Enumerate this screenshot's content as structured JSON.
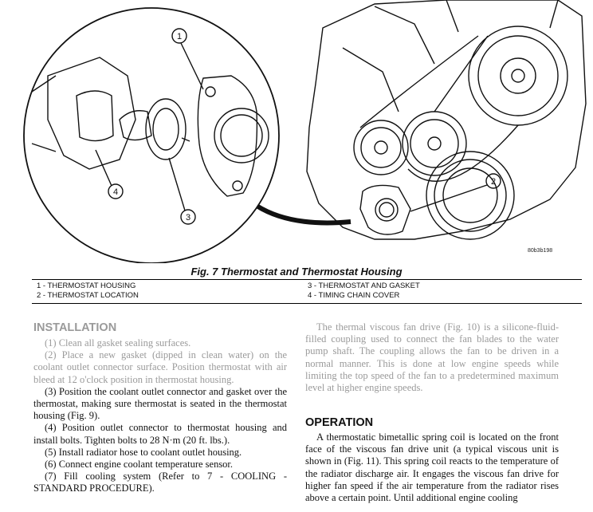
{
  "figure": {
    "callouts": [
      "1",
      "2",
      "3",
      "4"
    ],
    "code": "80b3b198",
    "caption": "Fig. 7 Thermostat and Thermostat Housing"
  },
  "legend": {
    "items": [
      "1 - THERMOSTAT HOUSING",
      "2 - THERMOSTAT LOCATION",
      "3 - THERMOSTAT AND GASKET",
      "4 - TIMING CHAIN COVER"
    ]
  },
  "installation": {
    "heading": "INSTALLATION",
    "steps": [
      "(1) Clean all gasket sealing surfaces.",
      "(2) Place a new gasket (dipped in clean water) on the coolant outlet connector surface. Position thermostat with air bleed at 12 o'clock position in thermostat housing.",
      "(3) Position the coolant outlet connector and gasket over the thermostat, making sure thermostat is seated in the thermostat housing (Fig. 9).",
      "(4) Position outlet connector to thermostat housing and install bolts. Tighten bolts to 28 N·m (20 ft. lbs.).",
      "(5) Install radiator hose to coolant outlet housing.",
      "(6) Connect engine coolant temperature sensor.",
      "(7) Fill cooling system (Refer to 7 - COOLING - STANDARD PROCEDURE)."
    ]
  },
  "right": {
    "fan_paragraph": "The thermal viscous fan drive (Fig. 10) is a silicone-fluid-filled coupling used to connect the fan blades to the water pump shaft. The coupling allows the fan to be driven in a normal manner. This is done at low engine speeds while limiting the top speed of the fan to a predetermined maximum level at higher engine speeds.",
    "operation_heading": "OPERATION",
    "operation_paragraph": "A thermostatic bimetallic spring coil is located on the front face of the viscous fan drive unit (a typical viscous unit is shown in (Fig. 11). This spring coil reacts to the temperature of the radiator discharge air. It engages the viscous fan drive for higher fan speed if the air temperature from the radiator rises above a certain point. Until additional engine cooling"
  }
}
